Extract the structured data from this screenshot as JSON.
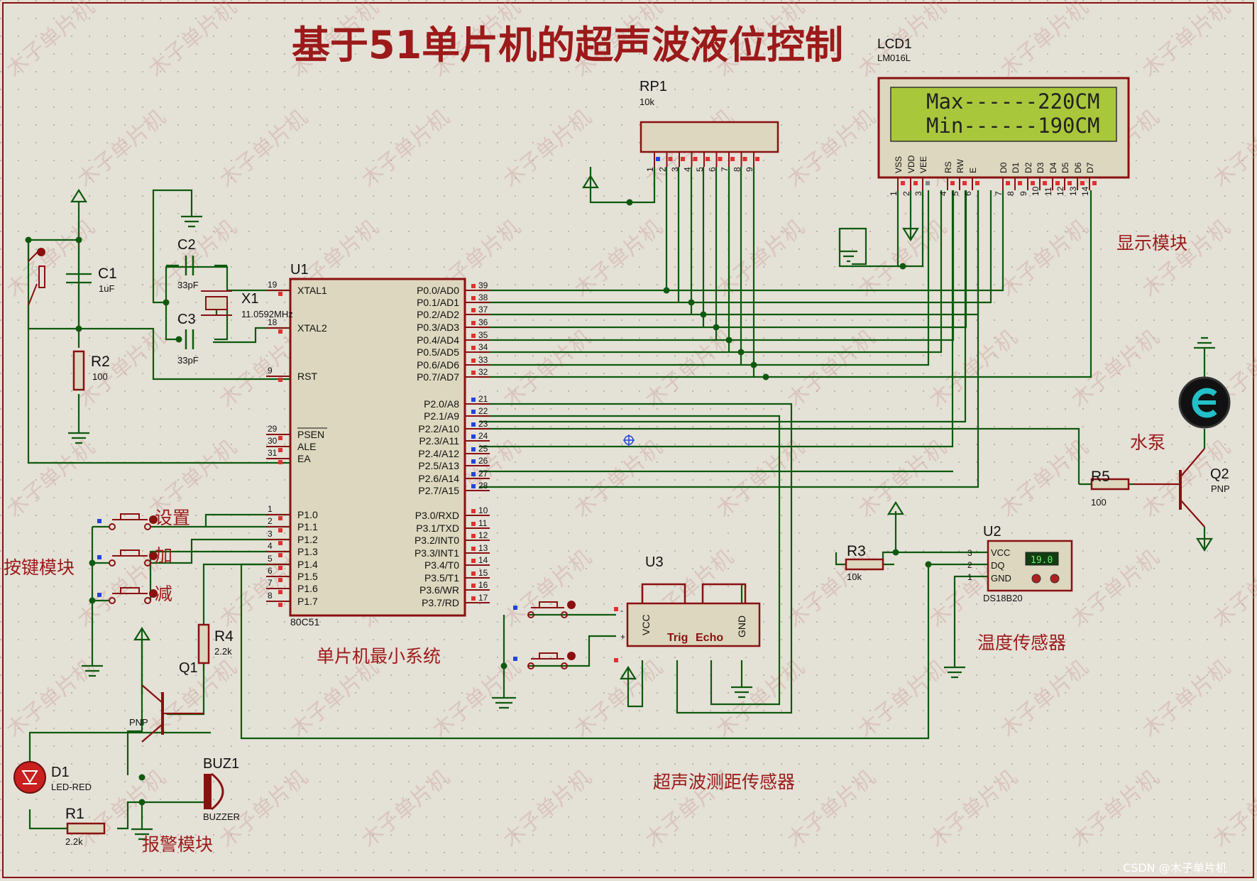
{
  "title": "基于51单片机的超声波液位控制",
  "colors": {
    "background": "#e4e1d7",
    "wire": "#0e5a0e",
    "component_outline": "#8a1010",
    "component_fill": "#dcd7be",
    "label_red": "#9c1a1a",
    "pin_red": "#e23030",
    "pin_blue": "#2244dd",
    "lcd_screen": "#a9c73a",
    "watermark": "#c8968c"
  },
  "modules": {
    "display": "显示模块",
    "keys": "按键模块",
    "mcu": "单片机最小系统",
    "ultrasonic": "超声波测距传感器",
    "temperature": "温度传感器",
    "alarm": "报警模块",
    "pump": "水泵"
  },
  "watermark": "木子单片机",
  "footer": "CSDN @木子单片机",
  "lcd": {
    "ref": "LCD1",
    "part": "LM016L",
    "line1": "Max------220CM",
    "line2": "Min------190CM",
    "pin_names": [
      "VSS",
      "VDD",
      "VEE",
      "RS",
      "RW",
      "E",
      "D0",
      "D1",
      "D2",
      "D3",
      "D4",
      "D5",
      "D6",
      "D7"
    ],
    "pin_numbers": [
      "1",
      "2",
      "3",
      "4",
      "5",
      "6",
      "7",
      "8",
      "9",
      "10",
      "11",
      "12",
      "13",
      "14"
    ]
  },
  "rp1": {
    "ref": "RP1",
    "value": "10k",
    "pins": [
      "1",
      "2",
      "3",
      "4",
      "5",
      "6",
      "7",
      "8",
      "9"
    ]
  },
  "u1": {
    "ref": "U1",
    "part": "80C51",
    "left_pins": [
      {
        "num": "19",
        "name": "XTAL1"
      },
      {
        "num": "18",
        "name": "XTAL2"
      },
      {
        "num": "9",
        "name": "RST"
      },
      {
        "num": "29",
        "name": "PSEN"
      },
      {
        "num": "30",
        "name": "ALE"
      },
      {
        "num": "31",
        "name": "EA"
      },
      {
        "num": "1",
        "name": "P1.0"
      },
      {
        "num": "2",
        "name": "P1.1"
      },
      {
        "num": "3",
        "name": "P1.2"
      },
      {
        "num": "4",
        "name": "P1.3"
      },
      {
        "num": "5",
        "name": "P1.4"
      },
      {
        "num": "6",
        "name": "P1.5"
      },
      {
        "num": "7",
        "name": "P1.6"
      },
      {
        "num": "8",
        "name": "P1.7"
      }
    ],
    "right_pins": [
      {
        "num": "39",
        "name": "P0.0/AD0"
      },
      {
        "num": "38",
        "name": "P0.1/AD1"
      },
      {
        "num": "37",
        "name": "P0.2/AD2"
      },
      {
        "num": "36",
        "name": "P0.3/AD3"
      },
      {
        "num": "35",
        "name": "P0.4/AD4"
      },
      {
        "num": "34",
        "name": "P0.5/AD5"
      },
      {
        "num": "33",
        "name": "P0.6/AD6"
      },
      {
        "num": "32",
        "name": "P0.7/AD7"
      },
      {
        "num": "21",
        "name": "P2.0/A8"
      },
      {
        "num": "22",
        "name": "P2.1/A9"
      },
      {
        "num": "23",
        "name": "P2.2/A10"
      },
      {
        "num": "24",
        "name": "P2.3/A11"
      },
      {
        "num": "25",
        "name": "P2.4/A12"
      },
      {
        "num": "26",
        "name": "P2.5/A13"
      },
      {
        "num": "27",
        "name": "P2.6/A14"
      },
      {
        "num": "28",
        "name": "P2.7/A15"
      },
      {
        "num": "10",
        "name": "P3.0/RXD"
      },
      {
        "num": "11",
        "name": "P3.1/TXD"
      },
      {
        "num": "12",
        "name": "P3.2/INT0"
      },
      {
        "num": "13",
        "name": "P3.3/INT1"
      },
      {
        "num": "14",
        "name": "P3.4/T0"
      },
      {
        "num": "15",
        "name": "P3.5/T1"
      },
      {
        "num": "16",
        "name": "P3.6/WR"
      },
      {
        "num": "17",
        "name": "P3.7/RD"
      }
    ]
  },
  "c1": {
    "ref": "C1",
    "value": "1uF"
  },
  "c2": {
    "ref": "C2",
    "value": "33pF"
  },
  "c3": {
    "ref": "C3",
    "value": "33pF"
  },
  "x1": {
    "ref": "X1",
    "value": "11.0592MHz"
  },
  "r1": {
    "ref": "R1",
    "value": "2.2k"
  },
  "r2": {
    "ref": "R2",
    "value": "100"
  },
  "r3": {
    "ref": "R3",
    "value": "10k"
  },
  "r4": {
    "ref": "R4",
    "value": "2.2k"
  },
  "r5": {
    "ref": "R5",
    "value": "100"
  },
  "q1": {
    "ref": "Q1",
    "type": "PNP"
  },
  "q2": {
    "ref": "Q2",
    "type": "PNP"
  },
  "d1": {
    "ref": "D1",
    "part": "LED-RED"
  },
  "buz1": {
    "ref": "BUZ1",
    "part": "BUZZER"
  },
  "keys": {
    "set": "设置",
    "add": "加",
    "sub": "减"
  },
  "u2": {
    "ref": "U2",
    "part": "DS18B20",
    "reading": "19.0",
    "pins": [
      {
        "num": "3",
        "name": "VCC"
      },
      {
        "num": "2",
        "name": "DQ"
      },
      {
        "num": "1",
        "name": "GND"
      }
    ]
  },
  "u3": {
    "ref": "U3",
    "pin_labels": [
      "VCC",
      "Trig",
      "Echo",
      "GND"
    ],
    "minus": "-",
    "plus": "+"
  }
}
